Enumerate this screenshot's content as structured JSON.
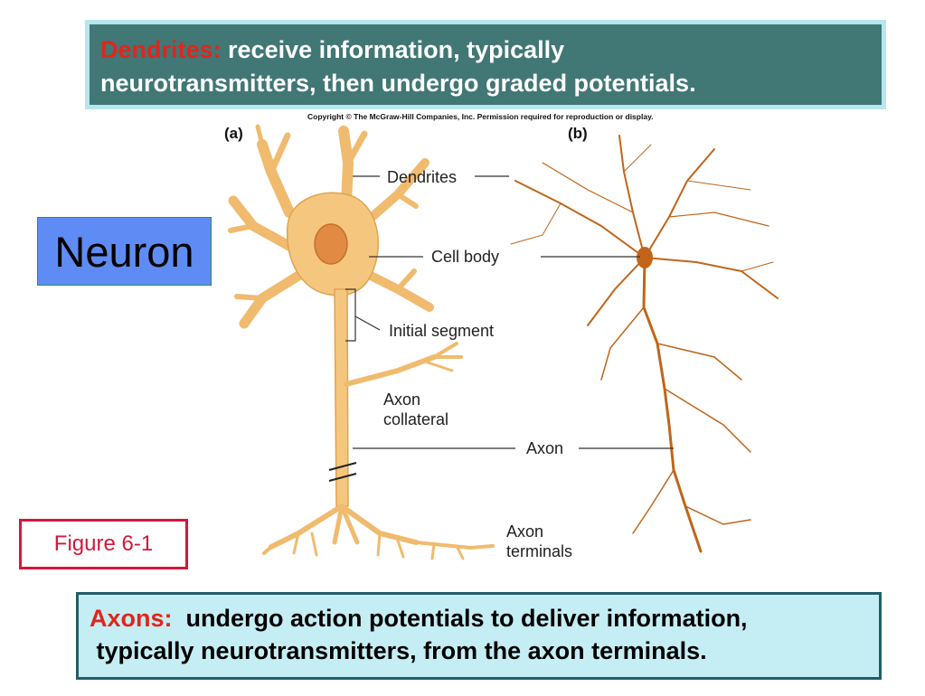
{
  "top_box": {
    "term": "Dendrites:",
    "line1_rest": " receive information, typically",
    "line2": "neurotransmitters, then undergo graded potentials."
  },
  "bottom_box": {
    "term": "Axons:",
    "line1_rest": "  undergo action potentials to deliver information,",
    "line2": " typically neurotransmitters, from the axon terminals."
  },
  "neuron_label": "Neuron",
  "figure_label": "Figure 6-1",
  "copyright": "Copyright © The McGraw-Hill Companies, Inc. Permission required for reproduction or display.",
  "figure": {
    "panel_a": "(a)",
    "panel_b": "(b)",
    "labels": {
      "dendrites": "Dendrites",
      "cell_body": "Cell body",
      "initial_segment": "Initial segment",
      "axon_collateral_1": "Axon",
      "axon_collateral_2": "collateral",
      "axon": "Axon",
      "axon_terminals_1": "Axon",
      "axon_terminals_2": "terminals"
    }
  },
  "colors": {
    "top_box_fill": "#417775",
    "top_box_border": "#b7e6ee",
    "term_red": "#e0261b",
    "neuron_label_fill": "#5f8cf4",
    "figure_label_border": "#d4173b",
    "bottom_box_fill": "#c5eef4",
    "bottom_box_border": "#225d68",
    "neuron_a_fill": "#f5c77e",
    "neuron_b_color": "#c0651a"
  }
}
